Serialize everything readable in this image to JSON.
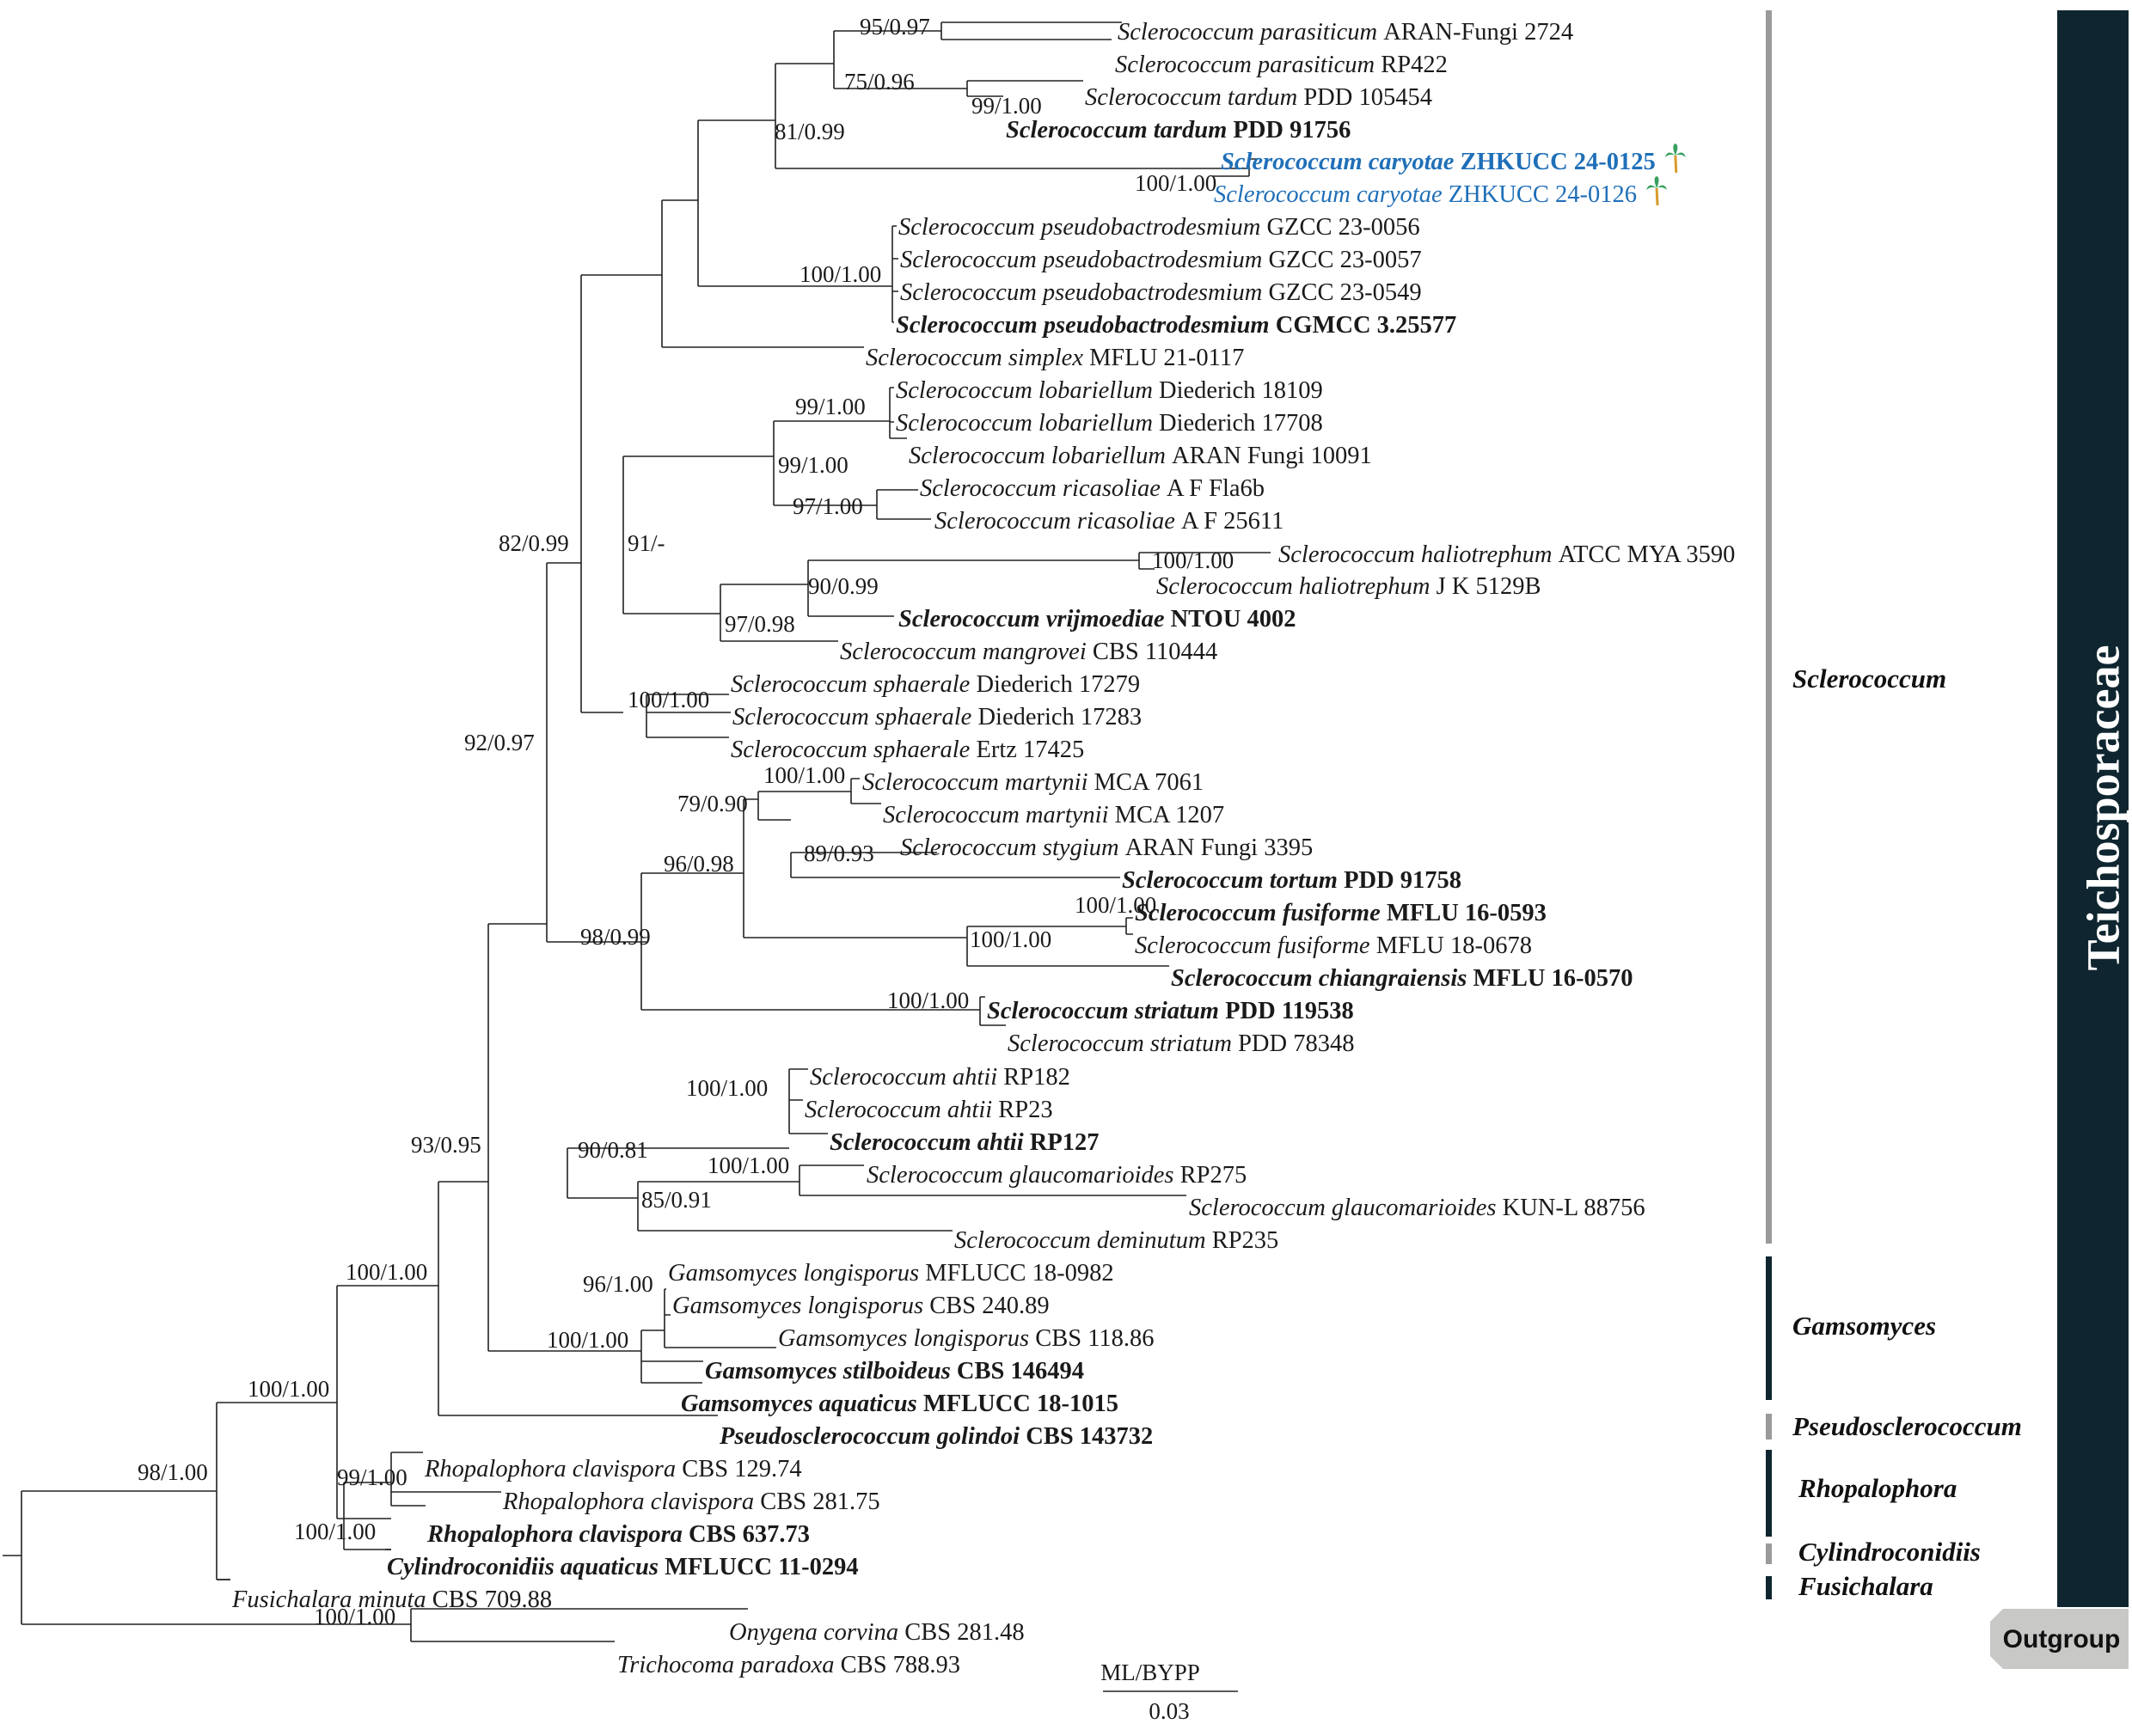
{
  "tree": {
    "leaves": [
      {
        "id": "L0",
        "genus": "Sclerococcum",
        "epithet": "parasiticum",
        "strain": "ARAN-Fungi 2724",
        "bold": false,
        "blue": false,
        "palm": false
      },
      {
        "id": "L1",
        "genus": "Sclerococcum",
        "epithet": "parasiticum",
        "strain": "RP422",
        "bold": false,
        "blue": false,
        "palm": false
      },
      {
        "id": "L2",
        "genus": "Sclerococcum",
        "epithet": "tardum",
        "strain": "PDD 105454",
        "bold": false,
        "blue": false,
        "palm": false
      },
      {
        "id": "L3",
        "genus": "Sclerococcum",
        "epithet": "tardum",
        "strain": "PDD 91756",
        "bold": true,
        "blue": false,
        "palm": false
      },
      {
        "id": "L4",
        "genus": "Sclerococcum",
        "epithet": "caryotae",
        "strain": "ZHKUCC 24-0125",
        "bold": true,
        "blue": true,
        "palm": true
      },
      {
        "id": "L5",
        "genus": "Sclerococcum",
        "epithet": "caryotae",
        "strain": "ZHKUCC 24-0126",
        "bold": false,
        "blue": true,
        "palm": true
      },
      {
        "id": "L6",
        "genus": "Sclerococcum",
        "epithet": "pseudobactrodesmium",
        "strain": "GZCC 23-0056",
        "bold": false,
        "blue": false,
        "palm": false
      },
      {
        "id": "L7",
        "genus": "Sclerococcum",
        "epithet": "pseudobactrodesmium",
        "strain": "GZCC 23-0057",
        "bold": false,
        "blue": false,
        "palm": false
      },
      {
        "id": "L8",
        "genus": "Sclerococcum",
        "epithet": "pseudobactrodesmium",
        "strain": "GZCC 23-0549",
        "bold": false,
        "blue": false,
        "palm": false
      },
      {
        "id": "L9",
        "genus": "Sclerococcum",
        "epithet": "pseudobactrodesmium",
        "strain": "CGMCC 3.25577",
        "bold": true,
        "blue": false,
        "palm": false
      },
      {
        "id": "L10",
        "genus": "Sclerococcum",
        "epithet": "simplex",
        "strain": "MFLU 21-0117",
        "bold": false,
        "blue": false,
        "palm": false
      },
      {
        "id": "L11",
        "genus": "Sclerococcum",
        "epithet": "lobariellum",
        "strain": "Diederich 18109",
        "bold": false,
        "blue": false,
        "palm": false
      },
      {
        "id": "L12",
        "genus": "Sclerococcum",
        "epithet": "lobariellum",
        "strain": "Diederich 17708",
        "bold": false,
        "blue": false,
        "palm": false
      },
      {
        "id": "L13",
        "genus": "Sclerococcum",
        "epithet": "lobariellum",
        "strain": "ARAN Fungi 10091",
        "bold": false,
        "blue": false,
        "palm": false
      },
      {
        "id": "L14",
        "genus": "Sclerococcum",
        "epithet": "ricasoliae",
        "strain": "A F Fla6b",
        "bold": false,
        "blue": false,
        "palm": false
      },
      {
        "id": "L15",
        "genus": "Sclerococcum",
        "epithet": "ricasoliae",
        "strain": "A F 25611",
        "bold": false,
        "blue": false,
        "palm": false
      },
      {
        "id": "L16",
        "genus": "Sclerococcum",
        "epithet": "haliotrephum",
        "strain": "ATCC MYA 3590",
        "bold": false,
        "blue": false,
        "palm": false
      },
      {
        "id": "L17",
        "genus": "Sclerococcum",
        "epithet": "haliotrephum",
        "strain": "J K 5129B",
        "bold": false,
        "blue": false,
        "palm": false
      },
      {
        "id": "L18",
        "genus": "Sclerococcum",
        "epithet": "vrijmoediae",
        "strain": "NTOU 4002",
        "bold": true,
        "blue": false,
        "palm": false
      },
      {
        "id": "L19",
        "genus": "Sclerococcum",
        "epithet": "mangrovei",
        "strain": "CBS 110444",
        "bold": false,
        "blue": false,
        "palm": false
      },
      {
        "id": "L20",
        "genus": "Sclerococcum",
        "epithet": "sphaerale",
        "strain": "Diederich 17279",
        "bold": false,
        "blue": false,
        "palm": false
      },
      {
        "id": "L21",
        "genus": "Sclerococcum",
        "epithet": "sphaerale",
        "strain": "Diederich 17283",
        "bold": false,
        "blue": false,
        "palm": false
      },
      {
        "id": "L22",
        "genus": "Sclerococcum",
        "epithet": "sphaerale",
        "strain": "Ertz 17425",
        "bold": false,
        "blue": false,
        "palm": false
      },
      {
        "id": "L23",
        "genus": "Sclerococcum",
        "epithet": "martynii",
        "strain": "MCA 7061",
        "bold": false,
        "blue": false,
        "palm": false
      },
      {
        "id": "L24",
        "genus": "Sclerococcum",
        "epithet": "martynii",
        "strain": "MCA 1207",
        "bold": false,
        "blue": false,
        "palm": false
      },
      {
        "id": "L25",
        "genus": "Sclerococcum",
        "epithet": "stygium",
        "strain": "ARAN Fungi 3395",
        "bold": false,
        "blue": false,
        "palm": false
      },
      {
        "id": "L26",
        "genus": "Sclerococcum",
        "epithet": "tortum",
        "strain": "PDD 91758",
        "bold": true,
        "blue": false,
        "palm": false
      },
      {
        "id": "L27",
        "genus": "Sclerococcum",
        "epithet": "fusiforme",
        "strain": "MFLU 16-0593",
        "bold": true,
        "blue": false,
        "palm": false
      },
      {
        "id": "L28",
        "genus": "Sclerococcum",
        "epithet": "fusiforme",
        "strain": "MFLU 18-0678",
        "bold": false,
        "blue": false,
        "palm": false
      },
      {
        "id": "L29",
        "genus": "Sclerococcum",
        "epithet": "chiangraiensis",
        "strain": "MFLU 16-0570",
        "bold": true,
        "blue": false,
        "palm": false
      },
      {
        "id": "L30",
        "genus": "Sclerococcum",
        "epithet": "striatum",
        "strain": "PDD 119538",
        "bold": true,
        "blue": false,
        "palm": false
      },
      {
        "id": "L31",
        "genus": "Sclerococcum",
        "epithet": "striatum",
        "strain": "PDD 78348",
        "bold": false,
        "blue": false,
        "palm": false
      },
      {
        "id": "L32",
        "genus": "Sclerococcum",
        "epithet": "ahtii",
        "strain": "RP182",
        "bold": false,
        "blue": false,
        "palm": false
      },
      {
        "id": "L33",
        "genus": "Sclerococcum",
        "epithet": "ahtii",
        "strain": "RP23",
        "bold": false,
        "blue": false,
        "palm": false
      },
      {
        "id": "L34",
        "genus": "Sclerococcum",
        "epithet": "ahtii",
        "strain": "RP127",
        "bold": true,
        "blue": false,
        "palm": false
      },
      {
        "id": "L35",
        "genus": "Sclerococcum",
        "epithet": "glaucomarioides",
        "strain": "RP275",
        "bold": false,
        "blue": false,
        "palm": false
      },
      {
        "id": "L36",
        "genus": "Sclerococcum",
        "epithet": "glaucomarioides",
        "strain": "KUN-L 88756",
        "bold": false,
        "blue": false,
        "palm": false
      },
      {
        "id": "L37",
        "genus": "Sclerococcum",
        "epithet": "deminutum",
        "strain": "RP235",
        "bold": false,
        "blue": false,
        "palm": false
      },
      {
        "id": "L38",
        "genus": "Gamsomyces",
        "epithet": "longisporus",
        "strain": "MFLUCC 18-0982",
        "bold": false,
        "blue": false,
        "palm": false
      },
      {
        "id": "L39",
        "genus": "Gamsomyces",
        "epithet": "longisporus",
        "strain": "CBS 240.89",
        "bold": false,
        "blue": false,
        "palm": false
      },
      {
        "id": "L40",
        "genus": "Gamsomyces",
        "epithet": "longisporus",
        "strain": "CBS 118.86",
        "bold": false,
        "blue": false,
        "palm": false
      },
      {
        "id": "L41",
        "genus": "Gamsomyces",
        "epithet": "stilboideus",
        "strain": "CBS 146494",
        "bold": true,
        "blue": false,
        "palm": false
      },
      {
        "id": "L42",
        "genus": "Gamsomyces",
        "epithet": "aquaticus",
        "strain": "MFLUCC 18-1015",
        "bold": true,
        "blue": false,
        "palm": false
      },
      {
        "id": "L43",
        "genus": "Pseudosclerococcum",
        "epithet": "golindoi",
        "strain": "CBS 143732",
        "bold": true,
        "blue": false,
        "palm": false
      },
      {
        "id": "L44",
        "genus": "Rhopalophora",
        "epithet": "clavispora",
        "strain": "CBS 129.74",
        "bold": false,
        "blue": false,
        "palm": false
      },
      {
        "id": "L45",
        "genus": "Rhopalophora",
        "epithet": "clavispora",
        "strain": "CBS 281.75",
        "bold": false,
        "blue": false,
        "palm": false
      },
      {
        "id": "L46",
        "genus": "Rhopalophora",
        "epithet": "clavispora",
        "strain": "CBS 637.73",
        "bold": true,
        "blue": false,
        "palm": false
      },
      {
        "id": "L47",
        "genus": "Cylindroconidiis",
        "epithet": "aquaticus",
        "strain": "MFLUCC 11-0294",
        "bold": true,
        "blue": false,
        "palm": false
      },
      {
        "id": "L48",
        "genus": "Fusichalara",
        "epithet": "minuta",
        "strain": "CBS 709.88",
        "bold": false,
        "blue": false,
        "palm": false
      },
      {
        "id": "L49",
        "genus": "Onygena",
        "epithet": "corvina",
        "strain": "CBS 281.48",
        "bold": false,
        "blue": false,
        "palm": false
      },
      {
        "id": "L50",
        "genus": "Trichocoma",
        "epithet": "paradoxa",
        "strain": "CBS 788.93",
        "bold": false,
        "blue": false,
        "palm": false
      }
    ],
    "support_values": [
      {
        "id": "S0",
        "text": "95/0.97"
      },
      {
        "id": "S1",
        "text": "75/0.96"
      },
      {
        "id": "S2",
        "text": "99/1.00"
      },
      {
        "id": "S3",
        "text": "81/0.99"
      },
      {
        "id": "S4",
        "text": "100/1.00"
      },
      {
        "id": "S5",
        "text": "100/1.00"
      },
      {
        "id": "S6",
        "text": "99/1.00"
      },
      {
        "id": "S7",
        "text": "99/1.00"
      },
      {
        "id": "S8",
        "text": "97/1.00"
      },
      {
        "id": "S9",
        "text": "82/0.99"
      },
      {
        "id": "S10",
        "text": "91/-"
      },
      {
        "id": "S11",
        "text": "100/1.00"
      },
      {
        "id": "S12",
        "text": "90/0.99"
      },
      {
        "id": "S13",
        "text": "97/0.98"
      },
      {
        "id": "S14",
        "text": "100/1.00"
      },
      {
        "id": "S15",
        "text": "92/0.97"
      },
      {
        "id": "S16",
        "text": "100/1.00"
      },
      {
        "id": "S17",
        "text": "79/0.90"
      },
      {
        "id": "S18",
        "text": "89/0.93"
      },
      {
        "id": "S19",
        "text": "96/0.98"
      },
      {
        "id": "S20",
        "text": "100/1.00"
      },
      {
        "id": "S21",
        "text": "100/1.00"
      },
      {
        "id": "S22",
        "text": "98/0.99"
      },
      {
        "id": "S23",
        "text": "100/1.00"
      },
      {
        "id": "S24",
        "text": "100/1.00"
      },
      {
        "id": "S25",
        "text": "90/0.81"
      },
      {
        "id": "S26",
        "text": "100/1.00"
      },
      {
        "id": "S27",
        "text": "85/0.91"
      },
      {
        "id": "S28",
        "text": "93/0.95"
      },
      {
        "id": "S29",
        "text": "96/1.00"
      },
      {
        "id": "S30",
        "text": "100/1.00"
      },
      {
        "id": "S31",
        "text": "100/1.00"
      },
      {
        "id": "S32",
        "text": "100/1.00"
      },
      {
        "id": "S33",
        "text": "98/1.00"
      },
      {
        "id": "S34",
        "text": "99/1.00"
      },
      {
        "id": "S35",
        "text": "100/1.00"
      },
      {
        "id": "S36",
        "text": "100/1.00"
      }
    ]
  },
  "clades": [
    {
      "id": "C0",
      "name": "Sclerococcum",
      "color": "#9a9a9a"
    },
    {
      "id": "C1",
      "name": "Gamsomyces",
      "color": "#0f2630"
    },
    {
      "id": "C2",
      "name": "Pseudosclerococcum",
      "color": "#9a9a9a"
    },
    {
      "id": "C3",
      "name": "Rhopalophora",
      "color": "#0f2630"
    },
    {
      "id": "C4",
      "name": "Cylindroconidiis",
      "color": "#9a9a9a"
    },
    {
      "id": "C5",
      "name": "Fusichalara",
      "color": "#0f2630"
    }
  ],
  "family_label": "Teichosporaceae",
  "outgroup_label": "Outgroup",
  "method_label": "ML/BYPP",
  "scale_bar_label": "0.03",
  "colors": {
    "family_bar": "#0f2630",
    "outgroup_box": "#c8c8c6",
    "new_species": "#1f6fb8",
    "palm_green": "#37a05f",
    "palm_trunk": "#d99a2b"
  },
  "icons": {
    "new_species_marker": "palm-tree-icon"
  }
}
